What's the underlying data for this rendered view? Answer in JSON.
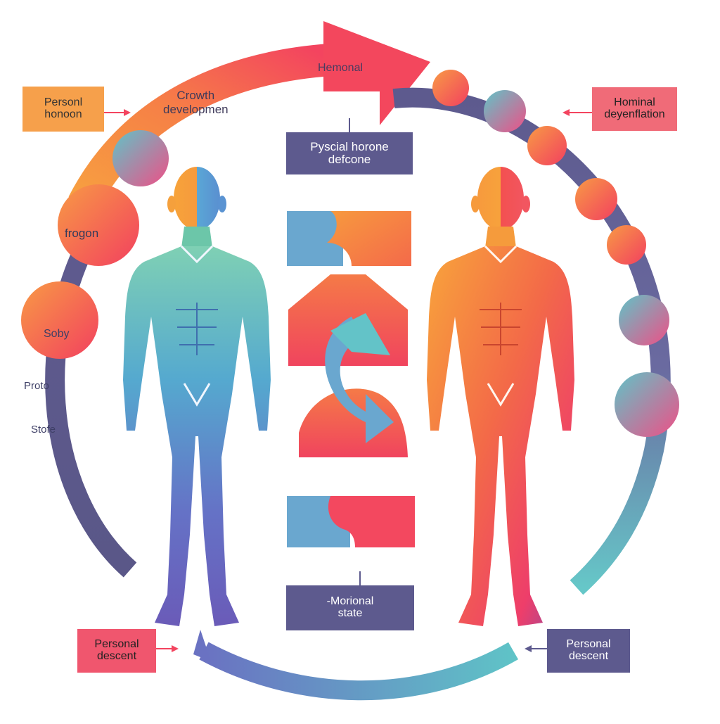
{
  "colors": {
    "orange": "#f7943a",
    "coral": "#f3445f",
    "pink": "#ef4f86",
    "purple": "#5d5a8e",
    "teal": "#63c3c8",
    "blue_figure": "#4f86c6",
    "warm_figure": "#f3503f"
  },
  "labels": {
    "arc_top": "Hemonal",
    "growth": "Crowth\ndevelopmen",
    "physical": "Pyscial horone\ndefcone",
    "motional": "-Morional\nstate",
    "personal_hormon": "Personl\nhonoon",
    "hominal": "Hominal\ndeyenflation",
    "personal_descent_left": "Personal\ndescent",
    "personal_descent_right": "Personal\ndescent",
    "frogon": "frogon",
    "soby": "Soby",
    "proto": "Proto",
    "stofe": "Stofe"
  },
  "icons": [
    "arrow-pointer-icon",
    "cycle-arrow-icon",
    "human-figure-icon"
  ]
}
